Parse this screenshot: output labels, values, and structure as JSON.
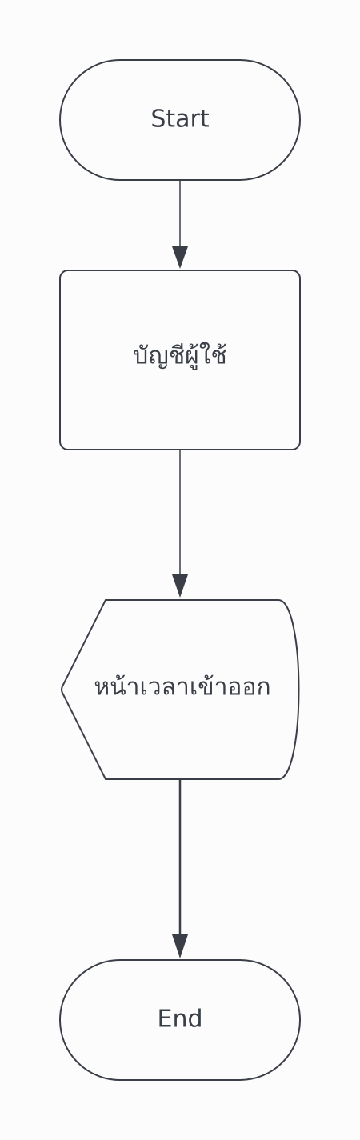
{
  "colors": {
    "background": "#fdfcfd",
    "stroke": "#3a3f47",
    "text": "#3a3f47"
  },
  "nodes": {
    "start": {
      "label": "Start",
      "shape": "terminator"
    },
    "process": {
      "label": "บัญชีผู้ใช้",
      "shape": "rounded-rectangle"
    },
    "display": {
      "label": "หน้าเวลาเข้าออก",
      "shape": "display"
    },
    "end": {
      "label": "End",
      "shape": "terminator"
    }
  }
}
